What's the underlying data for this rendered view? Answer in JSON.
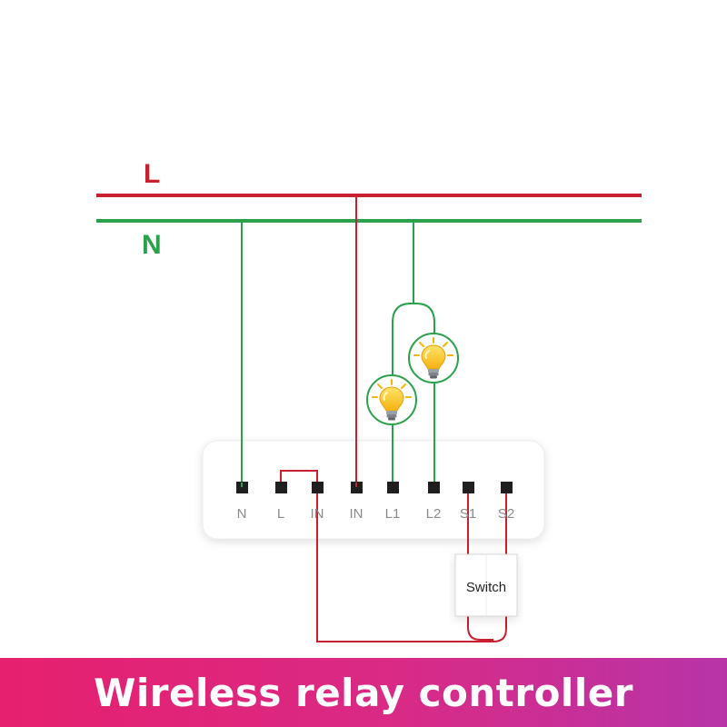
{
  "bus": {
    "live_label": "L",
    "neutral_label": "N"
  },
  "terminals": [
    {
      "key": "n",
      "label": "N"
    },
    {
      "key": "l",
      "label": "L"
    },
    {
      "key": "in-1",
      "label": "IN"
    },
    {
      "key": "in-2",
      "label": "IN"
    },
    {
      "key": "l1",
      "label": "L1"
    },
    {
      "key": "l2",
      "label": "L2"
    },
    {
      "key": "s1",
      "label": "S1"
    },
    {
      "key": "s2",
      "label": "S2"
    }
  ],
  "switch": {
    "label": "Switch"
  },
  "banner": {
    "title": "Wireless relay controller"
  },
  "colors": {
    "live": "#c8202e",
    "neutral": "#2aa14a",
    "banner_start": "#e6206e",
    "banner_end": "#b734a8",
    "bulb": "#f6c21b"
  },
  "icons": [
    "light-bulb-icon",
    "light-bulb-icon"
  ]
}
